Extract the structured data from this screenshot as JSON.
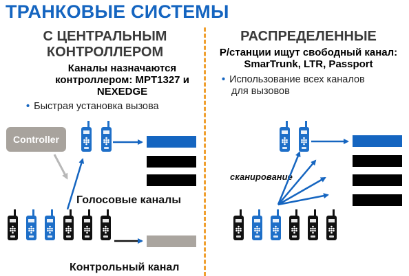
{
  "title": "ТРАНКОВЫЕ СИСТЕМЫ",
  "left": {
    "heading_line1": "С ЦЕНТРАЛЬНЫМ",
    "heading_line2": "КОНТРОЛЛЕРОМ",
    "desc_line1": "Каналы назначаются",
    "desc_line2": "контроллером: MPT1327 и",
    "desc_line3": "NEXEDGE",
    "bullet": "Быстрая установка вызова",
    "controller_label": "Controller",
    "voice_channels_label": "Голосовые каналы",
    "control_channel_label": "Контрольный канал"
  },
  "right": {
    "heading": "РАСПРЕДЕЛЕННЫЕ",
    "desc_line1": "Р/станции ищут свободный канал:",
    "desc_line2": "SmarTrunk, LTR, Passport",
    "bullet_line1": "Использование всех каналов",
    "bullet_line2": "для вызовов",
    "scan_label": "сканирование"
  },
  "colors": {
    "accent_blue": "#1565c0",
    "radio_blue": "#1e6fc8",
    "radio_black": "#111111",
    "channel_blue": "#1565c0",
    "channel_black": "#000000",
    "control_gray": "#aaa59f",
    "divider_orange": "#f0a030"
  },
  "icons": {
    "radio": "walkie-talkie-icon",
    "arrow": "arrow-icon"
  }
}
